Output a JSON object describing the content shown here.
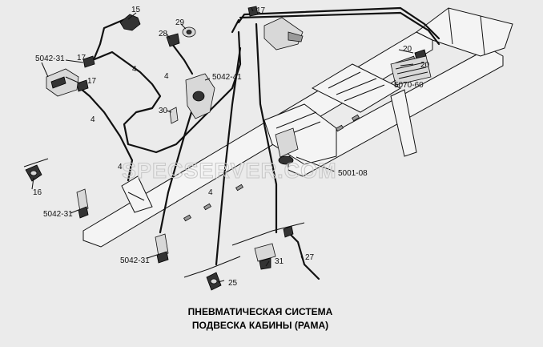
{
  "title": {
    "line1": "ПНЕВМАТИЧЕСКАЯ СИСТЕМА",
    "line2": "ПОДВЕСКА КАБИНЫ (РАМА)"
  },
  "watermark": "SPECSERVER.COM",
  "labels": {
    "p15": "15",
    "p29": "29",
    "p28": "28",
    "p17_top": "17",
    "p17_left_a": "17",
    "p17_left_b": "17",
    "p20_a": "20",
    "p20_b": "20",
    "a5042_31_top": "5042-31",
    "a5042_41": "5042-41",
    "a5070_60": "5070-60",
    "a5001_08": "5001-08",
    "a5042_31_mid": "5042-31",
    "a5042_31_bottom": "5042-31",
    "t4_a": "4",
    "t4_b": "4",
    "t4_c": "4",
    "t4_d": "4",
    "t4_e": "4",
    "p30": "30",
    "p16": "16",
    "p31": "31",
    "p27": "27",
    "p25": "25"
  },
  "colors": {
    "background": "#ebebeb",
    "ink": "#111111",
    "watermark": "#c9c9c9"
  }
}
